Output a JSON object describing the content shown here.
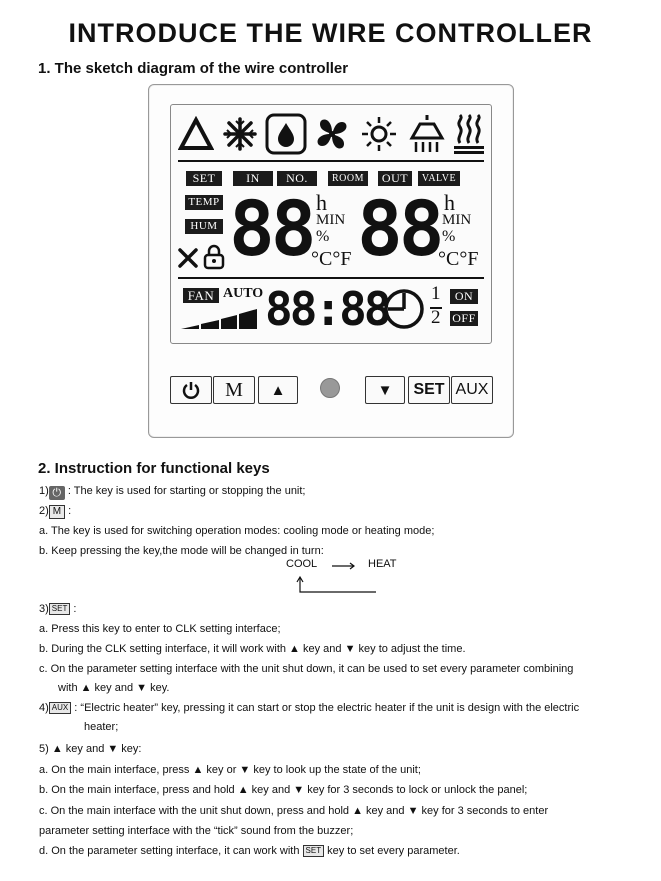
{
  "title": "INTRODUCE THE WIRE CONTROLLER",
  "section1": "1. The sketch diagram of the wire controller",
  "lcd": {
    "labels": {
      "set": "SET",
      "in": "IN",
      "no": "NO.",
      "room": "ROOM",
      "out": "OUT",
      "valve": "VALVE",
      "temp": "TEMP",
      "hum": "HUM",
      "fan": "FAN",
      "on": "ON",
      "off": "OFF"
    },
    "auto": "AUTO",
    "big_digits_left": "88",
    "big_digits_right": "88",
    "h": "h",
    "min": "MIN",
    "pct": "%",
    "units": "°C°F",
    "clock": "88:88",
    "half_num": "1",
    "half_den": "2"
  },
  "keys": {
    "mode": "M",
    "set": "SET",
    "aux": "AUX",
    "up": "▲",
    "down": "▼"
  },
  "section2": "2. Instruction for functional keys",
  "instructions": {
    "l1_prefix": "1)",
    "l1_text": " : The key is used for starting or stopping the unit;",
    "l2_prefix": "2)",
    "l2_key": "M",
    "l2_text": " :",
    "l3": "a. The key is used for switching operation modes: cooling mode or heating mode;",
    "l4": "b. Keep pressing the key,the mode will be changed in turn:",
    "cool": "COOL",
    "heat": "HEAT",
    "l5_prefix": "3)",
    "l5_key": "SET",
    "l5_text": " :",
    "l6": "a. Press this key to enter to CLK setting interface;",
    "l7": "b. During the CLK setting interface, it will work  with ▲ key and ▼ key to adjust the time.",
    "l8": "c. On the parameter setting interface with the unit shut down, it can be used to set every parameter combining",
    "l9": "with  ▲ key and ▼ key.",
    "l10_prefix": "4)",
    "l10_key": "AUX",
    "l10_text": " : “Electric heater” key, pressing it can start or stop the electric heater if the unit is design with the electric",
    "l11": "heater;",
    "l12": "5) ▲ key and ▼ key:",
    "l13": "a. On the main interface, press  ▲ key or ▼ key to look up the state of the unit;",
    "l14": "b. On the main interface, press and hold ▲ key and ▼ key for 3 seconds to lock or unlock the panel;",
    "l15": "c. On the main interface with the unit shut down, press and hold ▲ key and ▼ key for 3 seconds to enter",
    "l16": "parameter setting interface with the “tick” sound from  the buzzer;",
    "l17_a": "d. On the parameter setting interface, it can work with ",
    "l17_key": "SET",
    "l17_b": " key to set every parameter."
  }
}
